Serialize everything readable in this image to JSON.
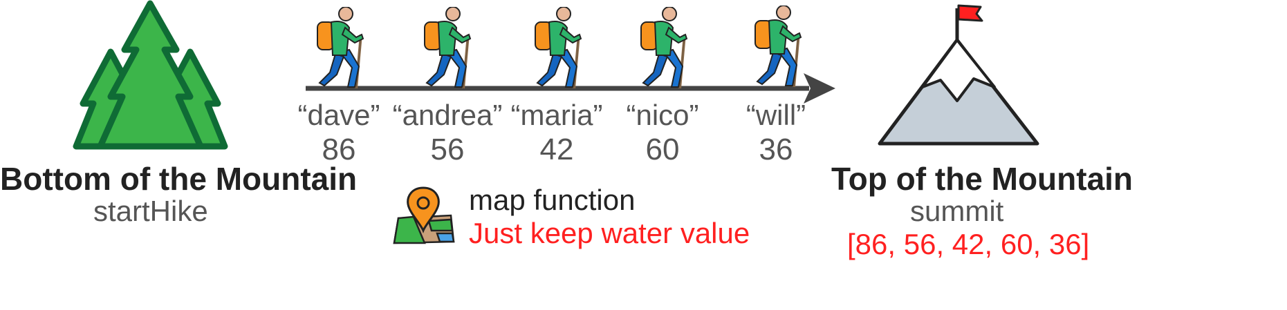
{
  "start": {
    "title": "Bottom of the Mountain",
    "subtitle": "startHike"
  },
  "end": {
    "title": "Top of the Mountain",
    "subtitle": "summit",
    "result": "[86, 56, 42, 60, 36]"
  },
  "hikers": [
    {
      "name": "“dave”",
      "value": "86"
    },
    {
      "name": "“andrea”",
      "value": "56"
    },
    {
      "name": "“maria”",
      "value": "42"
    },
    {
      "name": "“nico”",
      "value": "60"
    },
    {
      "name": "“will”",
      "value": "36"
    }
  ],
  "map": {
    "label": "map function",
    "description": "Just keep water value"
  },
  "colors": {
    "tree_fill": "#3cb54a",
    "tree_stroke": "#0f6b35",
    "mountain_fill": "#c5cfd8",
    "flag": "#ff2020",
    "arrow": "#444444",
    "accent_red": "#ff2020",
    "backpack": "#f7931e",
    "shirt": "#2db36a",
    "pants": "#1565c0",
    "skin": "#e8b89a"
  },
  "icons": [
    "trees-icon",
    "hiker-icon",
    "mountain-flag-icon",
    "map-pin-icon"
  ]
}
